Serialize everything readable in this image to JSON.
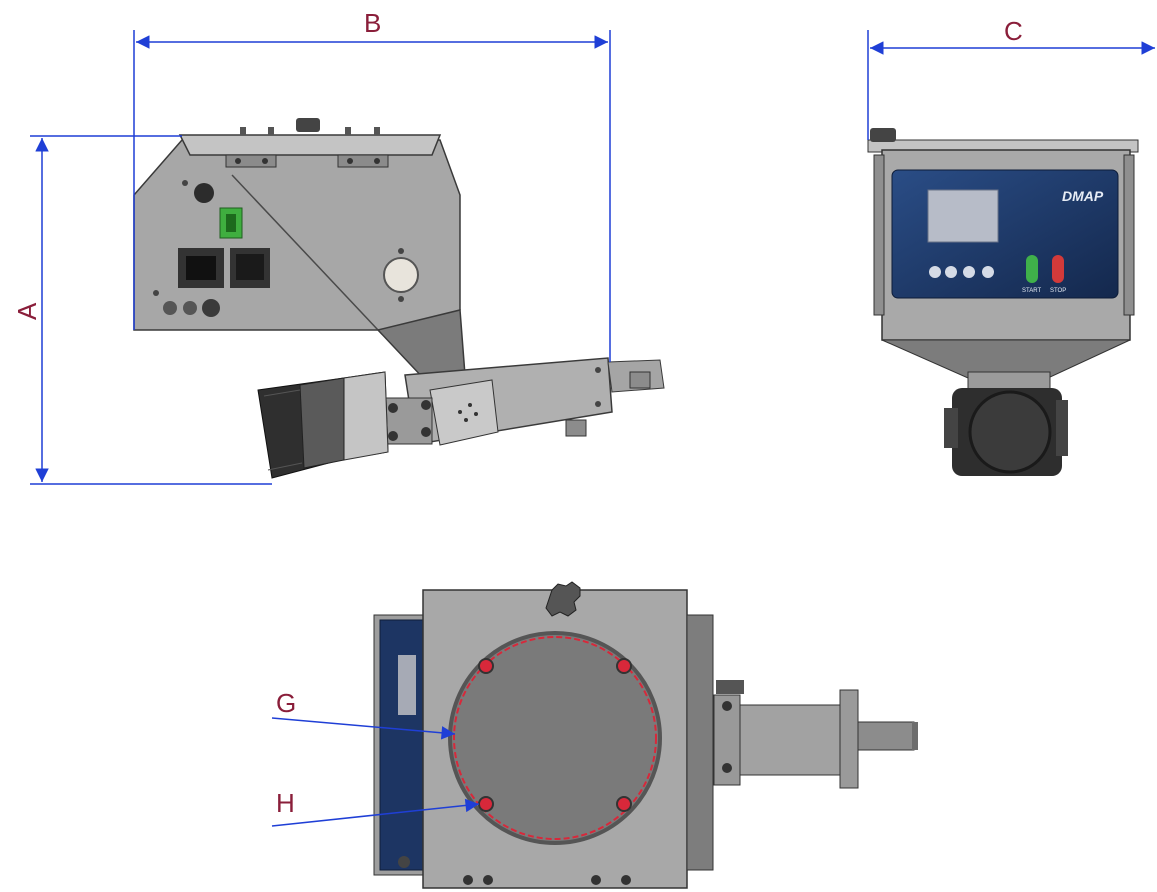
{
  "dimensions": {
    "a": "A",
    "b": "B",
    "c": "C",
    "g": "G",
    "h": "H"
  },
  "front_panel": {
    "brand_logo": "DMAP",
    "start_label": "START",
    "stop_label": "STOP"
  },
  "colors": {
    "dimension_line": "#1f3fd6",
    "dimension_text": "#8a1e3a",
    "steel": "#9c9c9c",
    "steel_dark": "#6f6f6f",
    "panel_blue": "#1d3563",
    "seal_red": "#d8283a"
  }
}
